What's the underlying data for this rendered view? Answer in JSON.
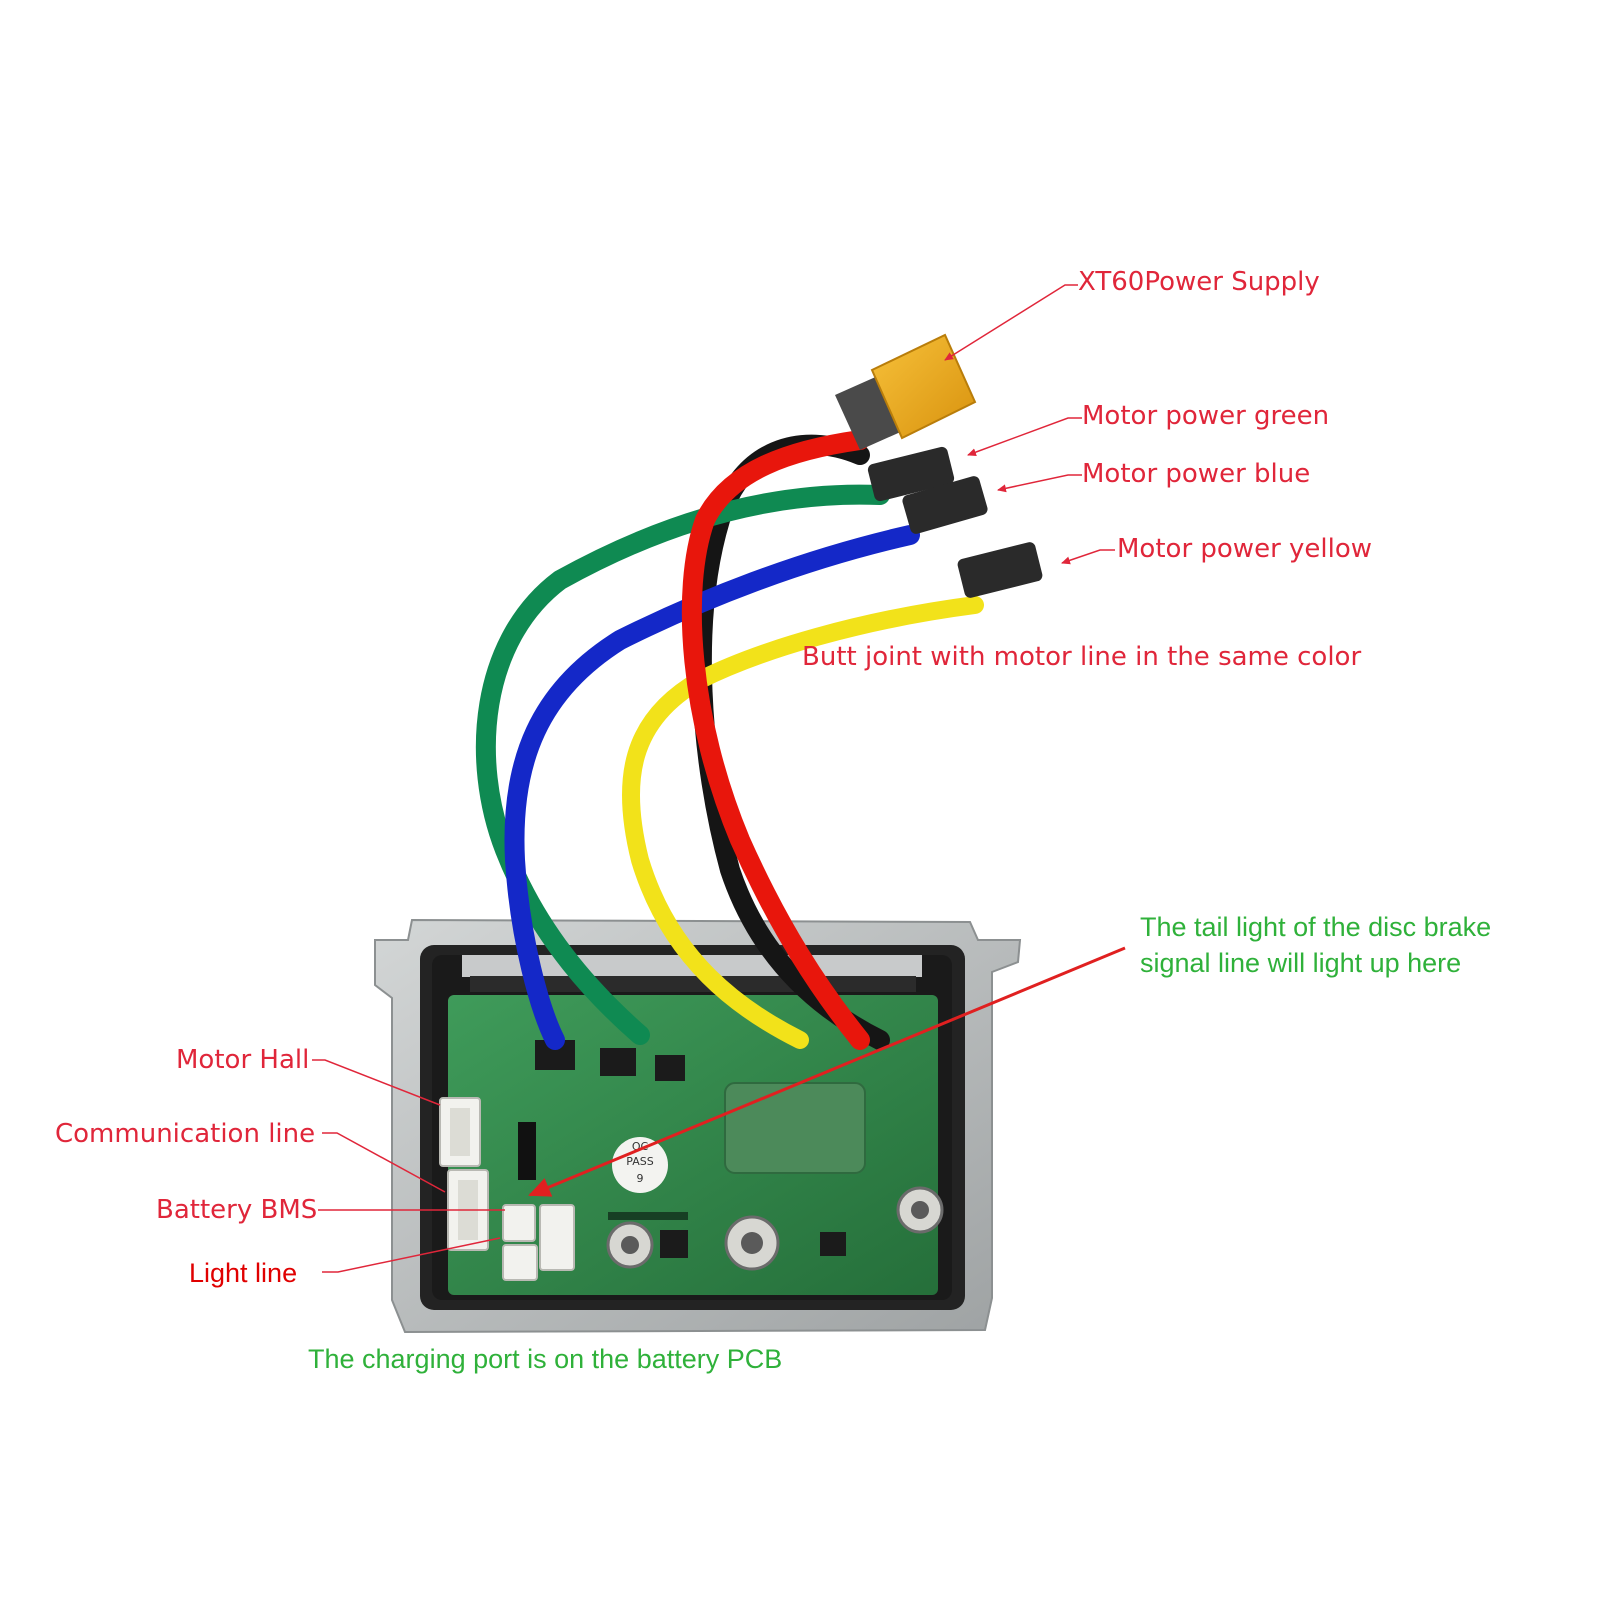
{
  "labels": {
    "xt60": "XT60Power Supply",
    "motor_green": "Motor power green",
    "motor_blue": "Motor power blue",
    "motor_yellow": "Motor power yellow",
    "butt_joint": "Butt joint with motor line in the same color",
    "tail_light": [
      "The tail light of the disc brake",
      "signal line will light up here"
    ],
    "motor_hall": "Motor Hall",
    "communication": "Communication line",
    "battery_bms": "Battery BMS",
    "light_line": "Light line",
    "charging_port": "The charging port is on the battery PCB"
  },
  "board_text": {
    "qc_line1": "QC",
    "qc_line2": "PASS",
    "qc_line3": "9"
  },
  "colors": {
    "label_red": "#e0263a",
    "label_green": "#2fb13a",
    "wire_red": "#e8160c",
    "wire_black": "#151515",
    "wire_green": "#0f8a52",
    "wire_blue": "#1428c8",
    "wire_yellow": "#f2e21a",
    "xt60": "#f2b01e",
    "pcb": "#2f8a4a",
    "housing": "#b9bcbd"
  }
}
